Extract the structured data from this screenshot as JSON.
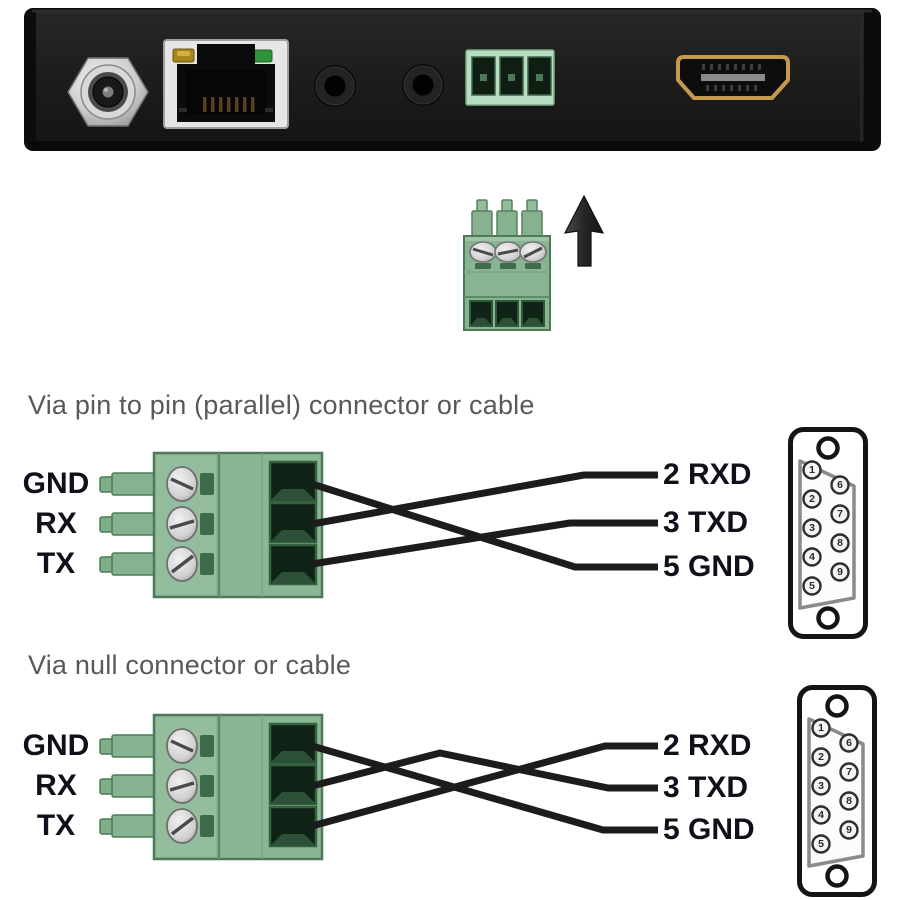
{
  "colors": {
    "background": "#ffffff",
    "panel_black": "#1b1b1b",
    "terminal_green": "#8ab793",
    "terminal_green_dark": "#4e7a58",
    "socket_mint": "#b7ddc0",
    "wire_black": "#1c1c1c",
    "heading_gray": "#58595c",
    "label_black": "#10101a",
    "hdmi_gold": "#c59a4e",
    "led_orange": "#a8861a",
    "led_green": "#2f9138"
  },
  "device_panel": {
    "ports": [
      "dc-power-jack",
      "rj45-ethernet-port",
      "audio-jack-left",
      "audio-jack-right",
      "3pin-terminal-socket",
      "hdmi-port"
    ]
  },
  "plug": {
    "name": "3pin-terminal-plug",
    "direction_arrow": "up"
  },
  "db9_pin_numbers": [
    "1",
    "2",
    "3",
    "4",
    "5",
    "6",
    "7",
    "8",
    "9"
  ],
  "sections": [
    {
      "heading": "Via pin to pin (parallel) connector or cable",
      "terminal_labels": [
        "GND",
        "RX",
        "TX"
      ],
      "db9_pin_labels": [
        "2 RXD",
        "3 TXD",
        "5 GND"
      ],
      "connections": [
        {
          "from": "GND",
          "to": "5 GND"
        },
        {
          "from": "RX",
          "to": "2 RXD"
        },
        {
          "from": "TX",
          "to": "3 TXD"
        }
      ]
    },
    {
      "heading": "Via null connector or cable",
      "terminal_labels": [
        "GND",
        "RX",
        "TX"
      ],
      "db9_pin_labels": [
        "2 RXD",
        "3 TXD",
        "5 GND"
      ],
      "connections": [
        {
          "from": "GND",
          "to": "5 GND"
        },
        {
          "from": "RX",
          "to": "3 TXD"
        },
        {
          "from": "TX",
          "to": "2 RXD"
        }
      ]
    }
  ]
}
